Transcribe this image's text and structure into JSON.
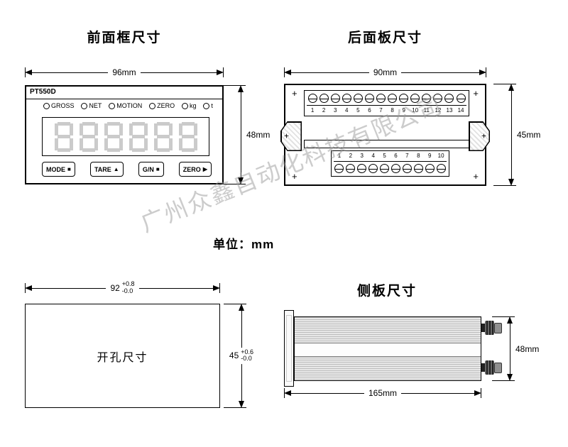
{
  "watermark": "广州众鑫自动化科技有限公司",
  "unit_note": "单位：mm",
  "front_view": {
    "title": "前面框尺寸",
    "width_label": "96mm",
    "height_label": "48mm",
    "model": "PT550D",
    "indicators": [
      "GROSS",
      "NET",
      "MOTION",
      "ZERO",
      "kg",
      "t"
    ],
    "display_digits": [
      "8",
      "8",
      "8",
      "8",
      "8",
      "8"
    ],
    "buttons": [
      {
        "label": "MODE",
        "icon": "■"
      },
      {
        "label": "TARE",
        "icon": "▲"
      },
      {
        "label": "G/N",
        "icon": "■"
      },
      {
        "label": "ZERO",
        "icon": "▶"
      }
    ]
  },
  "rear_view": {
    "title": "后面板尺寸",
    "width_label": "90mm",
    "height_label": "45mm",
    "top_terminals": [
      "1",
      "2",
      "3",
      "4",
      "5",
      "6",
      "7",
      "8",
      "9",
      "10",
      "11",
      "12",
      "13",
      "14"
    ],
    "bottom_terminals": [
      "1",
      "2",
      "3",
      "4",
      "5",
      "6",
      "7",
      "8",
      "9",
      "10"
    ]
  },
  "cutout_view": {
    "label": "开孔尺寸",
    "width_value": "92",
    "width_tolerance_upper": "+0.8",
    "width_tolerance_lower": "-0.0",
    "height_value": "45",
    "height_tolerance_upper": "+0.6",
    "height_tolerance_lower": "-0.0"
  },
  "side_view": {
    "title": "侧板尺寸",
    "height_label": "48mm",
    "length_label": "165mm"
  }
}
